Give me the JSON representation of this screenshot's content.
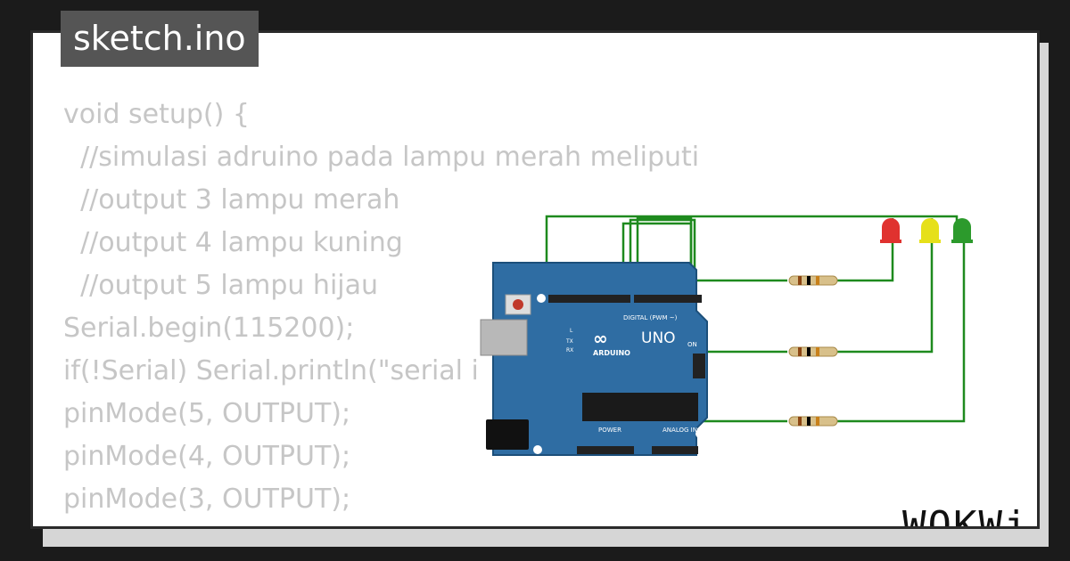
{
  "file_tab": {
    "label": "sketch.ino"
  },
  "code_lines": [
    "void setup() {",
    "  //simulasi adruino pada lampu merah meliputi",
    "  //output 3 lampu merah",
    "  //output 4 lampu kuning",
    "  //output 5 lampu hijau",
    "Serial.begin(115200);",
    "if(!Serial) Serial.println(\"serial i",
    "pinMode(5, OUTPUT);",
    "pinMode(4, OUTPUT);",
    "pinMode(3, OUTPUT);",
    "}"
  ],
  "board": {
    "model": "UNO",
    "maker": "ARDUINO",
    "digital_header": "DIGITAL (PWM ~)",
    "power_label": "POWER",
    "analog_label": "ANALOG IN",
    "on_label": "ON",
    "tx_label": "TX",
    "rx_label": "RX",
    "l_label": "L",
    "color": "#2f6da3"
  },
  "leds": [
    {
      "color_name": "red",
      "color": "#e0322f"
    },
    {
      "color_name": "yellow",
      "color": "#e6e01a"
    },
    {
      "color_name": "green",
      "color": "#2c9a2c"
    }
  ],
  "wire_color": "#1e8a1e",
  "brand": "WOKWi"
}
